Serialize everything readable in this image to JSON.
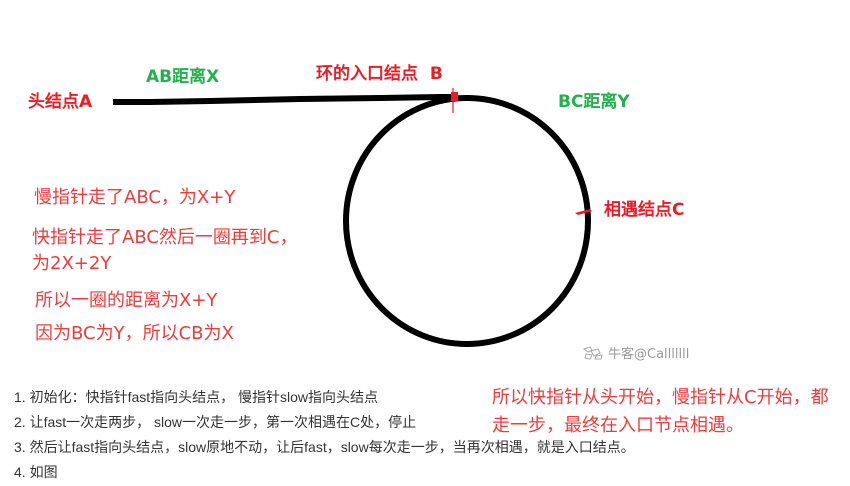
{
  "diagram": {
    "labels": {
      "head_node": "头结点A",
      "ab_distance": "AB距离X",
      "loop_entry": "环的入口结点  B",
      "bc_distance": "BC距离Y",
      "meeting_node": "相遇结点C"
    },
    "notes": {
      "slow_pointer": "慢指针走了ABC，为X+Y",
      "fast_pointer_line1": "快指针走了ABC然后一圈再到C，",
      "fast_pointer_line2": "为2X+2Y",
      "loop_length": "所以一圈的距离为X+Y",
      "cb_distance": "因为BC为Y，所以CB为X"
    },
    "conclusion": "所以快指针从头开始，慢指针从C开始，都走一步，最终在入口节点相遇。",
    "colors": {
      "red_label": "#ed1c24",
      "green_label": "#22b14c",
      "note_red": "#f23a3a",
      "line": "#000000",
      "marker": "#ed1c24"
    }
  },
  "steps": [
    "1. 初始化：快指针fast指向头结点， 慢指针slow指向头结点",
    "2. 让fast一次走两步， slow一次走一步，第一次相遇在C处，停止",
    "3. 然后让fast指向头结点，slow原地不动，让后fast，slow每次走一步，当再次相遇，就是入口结点。",
    "4. 如图"
  ],
  "watermark": {
    "icon": "nowcoder-logo-icon",
    "text": "牛客@Calllllll"
  }
}
